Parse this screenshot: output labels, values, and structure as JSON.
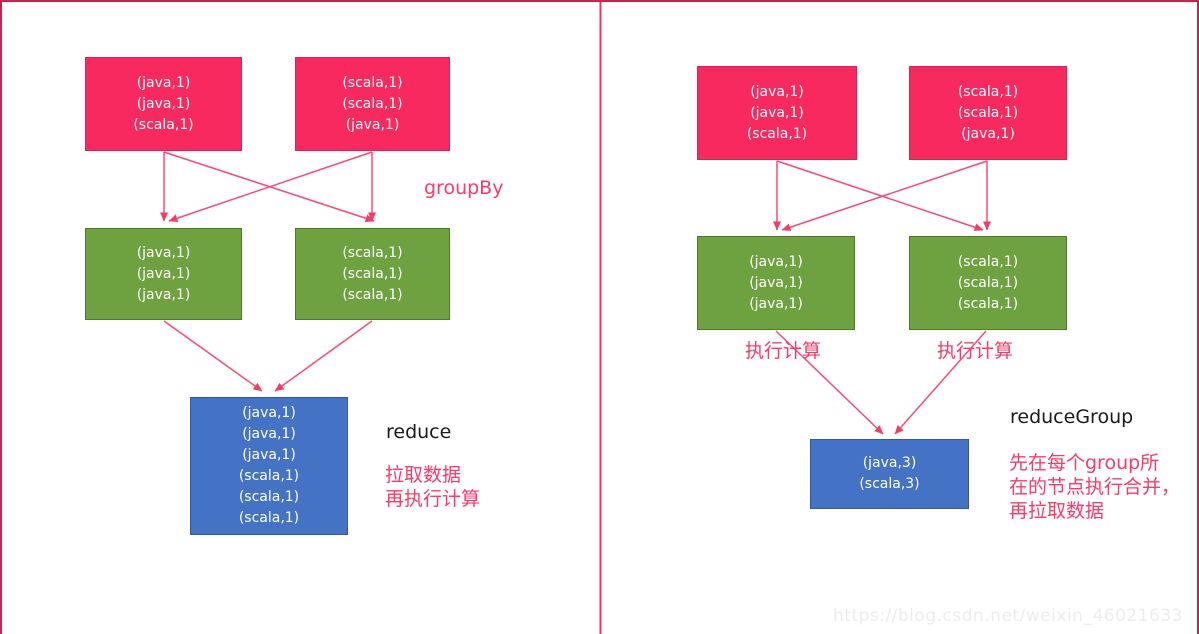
{
  "panels": {
    "left": {
      "source_boxes": [
        {
          "lines": [
            "(java,1)",
            "(java,1)",
            "(scala,1)"
          ]
        },
        {
          "lines": [
            "(scala,1)",
            "(scala,1)",
            "(java,1)"
          ]
        }
      ],
      "operation_label": "groupBy",
      "grouped_boxes": [
        {
          "lines": [
            "(java,1)",
            "(java,1)",
            "(java,1)"
          ]
        },
        {
          "lines": [
            "(scala,1)",
            "(scala,1)",
            "(scala,1)"
          ]
        }
      ],
      "result_box": {
        "lines": [
          "(java,1)",
          "(java,1)",
          "(java,1)",
          "(scala,1)",
          "(scala,1)",
          "(scala,1)"
        ]
      },
      "result_label": "reduce",
      "note_lines": [
        "拉取数据",
        "再执行计算"
      ]
    },
    "right": {
      "source_boxes": [
        {
          "lines": [
            "(java,1)",
            "(java,1)",
            "(scala,1)"
          ]
        },
        {
          "lines": [
            "(scala,1)",
            "(scala,1)",
            "(java,1)"
          ]
        }
      ],
      "grouped_boxes": [
        {
          "lines": [
            "(java,1)",
            "(java,1)",
            "(java,1)"
          ]
        },
        {
          "lines": [
            "(scala,1)",
            "(scala,1)",
            "(scala,1)"
          ]
        }
      ],
      "grouped_captions": [
        "执行计算",
        "执行计算"
      ],
      "result_box": {
        "lines": [
          "(java,3)",
          "(scala,3)"
        ]
      },
      "result_label": "reduceGroup",
      "note_lines": [
        "先在每个group所",
        "在的节点执行合并，",
        "再拉取数据"
      ]
    }
  },
  "watermark": "https://blog.csdn.net/weixin_46021633",
  "colors": {
    "source_box": "#F8295F",
    "grouped_box": "#6EA13F",
    "result_box": "#4472C4",
    "arrow": "#FB4A72",
    "divider": "#FA2D5E",
    "accent_text": "#FB3A68",
    "outer_border": "#C2254D"
  }
}
